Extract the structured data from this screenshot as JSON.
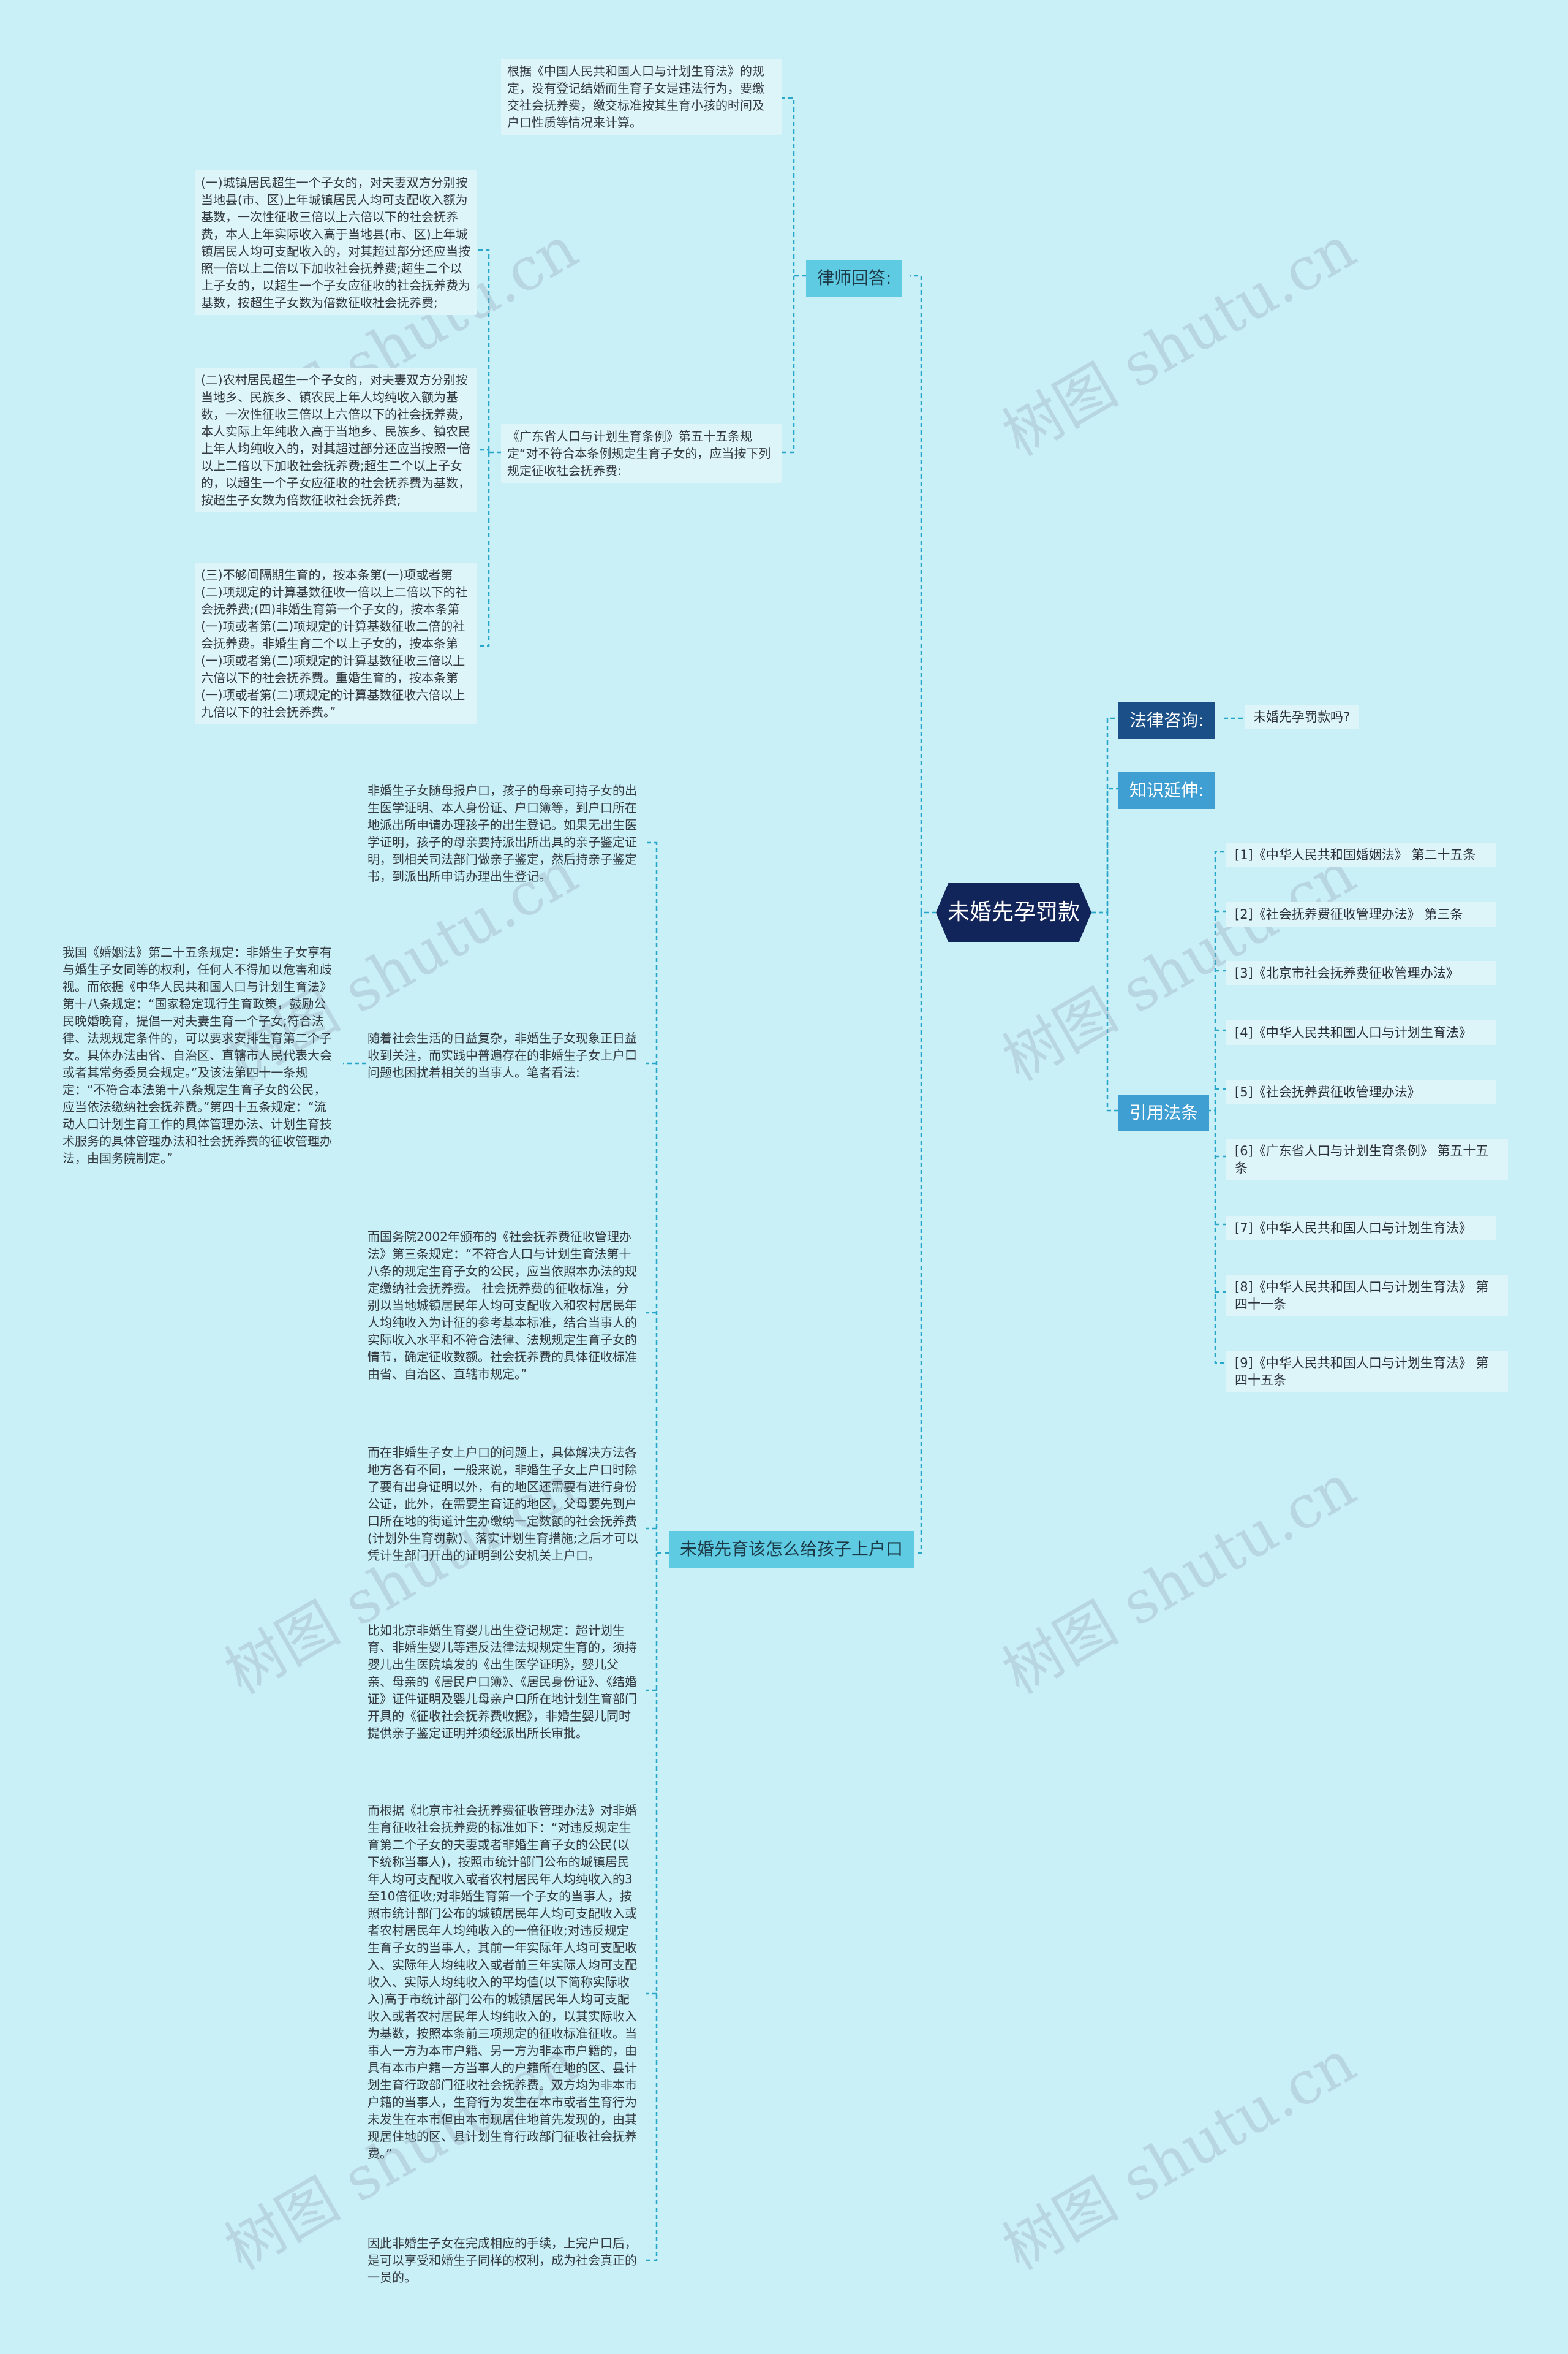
{
  "root": {
    "label": "未婚先孕罚款"
  },
  "watermark": "树图 shutu.cn",
  "lawyer": {
    "label": "律师回答:",
    "intro": "根据《中国人民共和国人口与计划生育法》的规定，没有登记结婚而生育子女是违法行为，要缴交社会抚养费，缴交标准按其生育小孩的时间及户口性质等情况来计算。",
    "regulation": "《广东省人口与计划生育条例》第五十五条规定“对不符合本条例规定生育子女的，应当按下列规定征收社会抚养费:",
    "items": [
      "(一)城镇居民超生一个子女的，对夫妻双方分别按当地县(市、区)上年城镇居民人均可支配收入额为基数，一次性征收三倍以上六倍以下的社会抚养费，本人上年实际收入高于当地县(市、区)上年城镇居民人均可支配收入的，对其超过部分还应当按照一倍以上二倍以下加收社会抚养费;超生二个以上子女的，以超生一个子女应征收的社会抚养费为基数，按超生子女数为倍数征收社会抚养费;",
      "(二)农村居民超生一个子女的，对夫妻双方分别按当地乡、民族乡、镇农民上年人均纯收入额为基数，一次性征收三倍以上六倍以下的社会抚养费，本人实际上年纯收入高于当地乡、民族乡、镇农民上年人均纯收入的，对其超过部分还应当按照一倍以上二倍以下加收社会抚养费;超生二个以上子女的，以超生一个子女应征收的社会抚养费为基数，按超生子女数为倍数征收社会抚养费;",
      "(三)不够间隔期生育的，按本条第(一)项或者第(二)项规定的计算基数征收一倍以上二倍以下的社会抚养费;(四)非婚生育第一个子女的，按本条第(一)项或者第(二)项规定的计算基数征收二倍的社会抚养费。非婚生育二个以上子女的，按本条第(一)项或者第(二)项规定的计算基数征收三倍以上六倍以下的社会抚养费。重婚生育的，按本条第(一)项或者第(二)项规定的计算基数征收六倍以上九倍以下的社会抚养费。”"
    ]
  },
  "consult": {
    "label": "法律咨询:",
    "question": "未婚先孕罚款吗?"
  },
  "extend": {
    "label": "知识延伸:"
  },
  "refs": {
    "label": "引用法条",
    "items": [
      "[1]《中华人民共和国婚姻法》 第二十五条",
      "[2]《社会抚养费征收管理办法》 第三条",
      "[3]《北京市社会抚养费征收管理办法》",
      "[4]《中华人民共和国人口与计划生育法》",
      "[5]《社会抚养费征收管理办法》",
      "[6]《广东省人口与计划生育条例》 第五十五条",
      "[7]《中华人民共和国人口与计划生育法》",
      "[8]《中华人民共和国人口与计划生育法》 第四十一条",
      "[9]《中华人民共和国人口与计划生育法》 第四十五条"
    ]
  },
  "hukou": {
    "label": "未婚先育该怎么给孩子上户口",
    "paras": [
      "非婚生子女随母报户口，孩子的母亲可持子女的出生医学证明、本人身份证、户口簿等，到户口所在地派出所申请办理孩子的出生登记。如果无出生医学证明，孩子的母亲要持派出所出具的亲子鉴定证明，到相关司法部门做亲子鉴定，然后持亲子鉴定书，到派出所申请办理出生登记。",
      "随着社会生活的日益复杂，非婚生子女现象正日益收到关注，而实践中普遍存在的非婚生子女上户口问题也困扰着相关的当事人。笔者看法:",
      "而国务院2002年颁布的《社会抚养费征收管理办法》第三条规定：“不符合人口与计划生育法第十八条的规定生育子女的公民，应当依照本办法的规定缴纳社会抚养费。 社会抚养费的征收标准，分别以当地城镇居民年人均可支配收入和农村居民年人均纯收入为计征的参考基本标准，结合当事人的实际收入水平和不符合法律、法规规定生育子女的情节，确定征收数额。社会抚养费的具体征收标准由省、自治区、直辖市规定。”",
      "而在非婚生子女上户口的问题上，具体解决方法各地方各有不同，一般来说，非婚生子女上户口时除了要有出身证明以外，有的地区还需要有进行身份公证，此外，在需要生育证的地区，父母要先到户口所在地的街道计生办缴纳一定数额的社会抚养费(计划外生育罚款)、落实计划生育措施;之后才可以凭计生部门开出的证明到公安机关上户口。",
      "比如北京非婚生育婴儿出生登记规定：超计划生育、非婚生婴儿等违反法律法规规定生育的，须持婴儿出生医院填发的《出生医学证明》，婴儿父亲、母亲的《居民户口簿》、《居民身份证》、《结婚证》证件证明及婴儿母亲户口所在地计划生育部门开具的《征收社会抚养费收据》，非婚生婴儿同时提供亲子鉴定证明并须经派出所长审批。",
      "而根据《北京市社会抚养费征收管理办法》对非婚生育征收社会抚养费的标准如下：“对违反规定生育第二个子女的夫妻或者非婚生育子女的公民(以下统称当事人)，按照市统计部门公布的城镇居民年人均可支配收入或者农村居民年人均纯收入的3至10倍征收;对非婚生育第一个子女的当事人，按照市统计部门公布的城镇居民年人均可支配收入或者农村居民年人均纯收入的一倍征收;对违反规定生育子女的当事人，其前一年实际年人均可支配收入、实际年人均纯收入或者前三年实际人均可支配收入、实际人均纯收入的平均值(以下简称实际收入)高于市统计部门公布的城镇居民年人均可支配收入或者农村居民年人均纯收入的，以其实际收入为基数，按照本条前三项规定的征收标准征收。当事人一方为本市户籍、另一方为非本市户籍的，由具有本市户籍一方当事人的户籍所在地的区、县计划生育行政部门征收社会抚养费。双方均为非本市户籍的当事人，生育行为发生在本市或者生育行为未发生在本市但由本市现居住地首先发现的，由其现居住地的区、县计划生育行政部门征收社会抚养费。”",
      "因此非婚生子女在完成相应的手续，上完户口后，是可以享受和婚生子同样的权利，成为社会真正的一员的。"
    ],
    "side_note": "我国《婚姻法》第二十五条规定：非婚生子女享有与婚生子女同等的权利，任何人不得加以危害和歧视。而依据《中华人民共和国人口与计划生育法》第十八条规定：“国家稳定现行生育政策，鼓励公民晚婚晚育，提倡一对夫妻生育一个子女;符合法律、法规规定条件的，可以要求安排生育第二个子女。具体办法由省、自治区、直辖市人民代表大会或者其常务委员会规定。”及该法第四十一条规定：“不符合本法第十八条规定生育子女的公民，应当依法缴纳社会抚养费。”第四十五条规定：“流动人口计划生育工作的具体管理办法、计划生育技术服务的具体管理办法和社会抚养费的征收管理办法，由国务院制定。”"
  }
}
